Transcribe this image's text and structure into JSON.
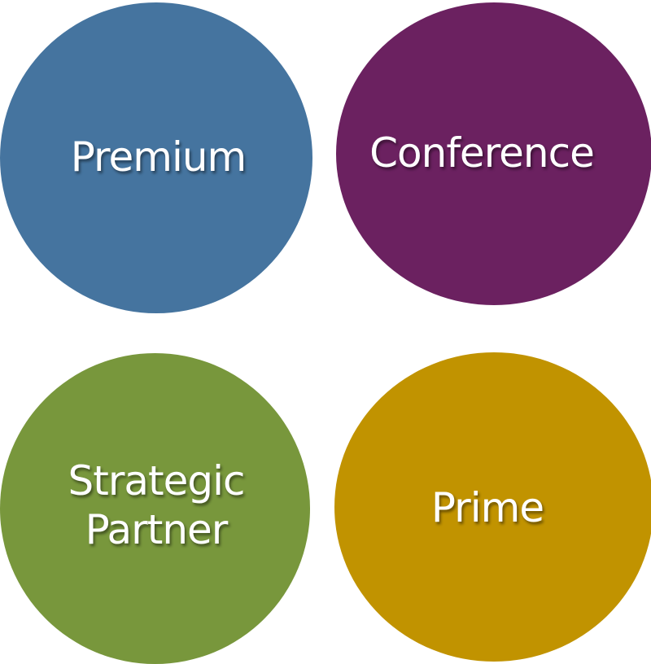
{
  "diagram": {
    "type": "category-circles",
    "items": [
      {
        "label": "Premium",
        "color": "#45749f"
      },
      {
        "label": "Conference",
        "color": "#6b2160"
      },
      {
        "label": "Strategic\nPartner",
        "color": "#78973c"
      },
      {
        "label": "Prime",
        "color": "#c19300"
      }
    ]
  }
}
